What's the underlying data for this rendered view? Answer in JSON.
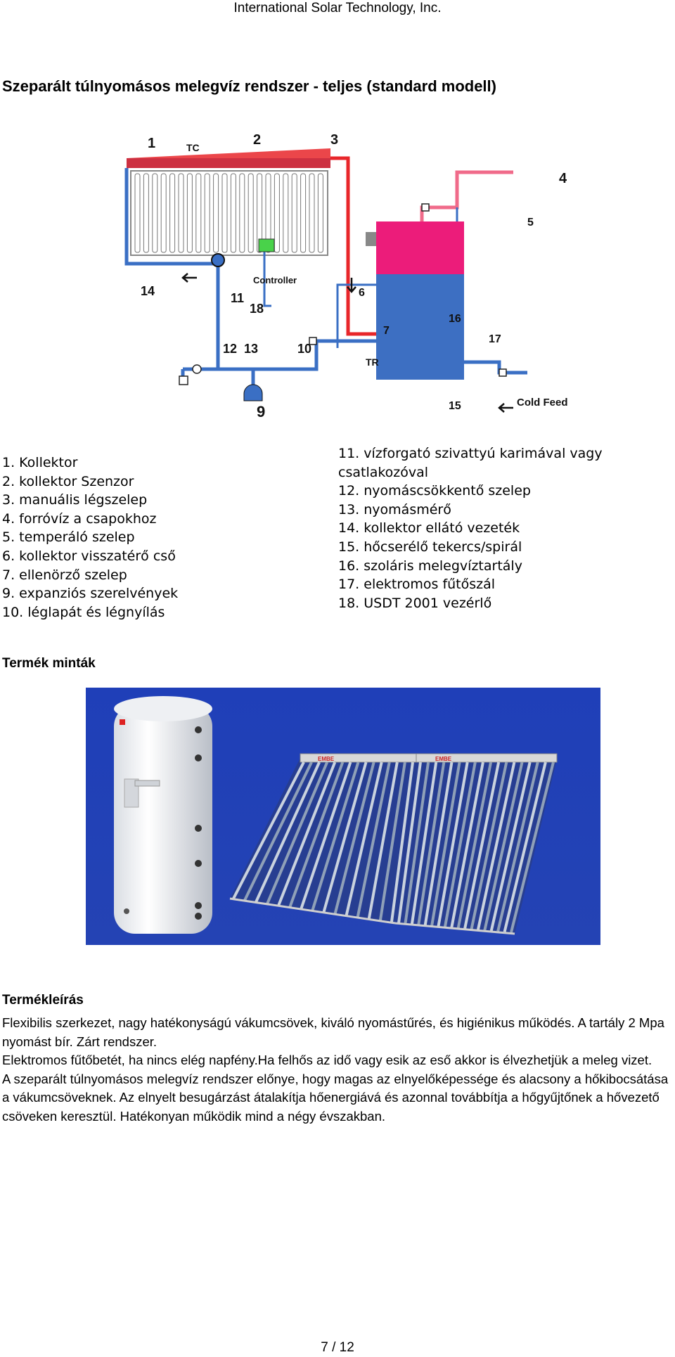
{
  "header": {
    "company": "International Solar Technology, Inc."
  },
  "page": {
    "title": "Szeparált túlnyomásos melegvíz rendszer - teljes (standard modell)"
  },
  "diagram": {
    "labels": {
      "n1": "1",
      "n2": "2",
      "n3": "3",
      "n4": "4",
      "n5": "5",
      "n6": "6",
      "n7": "7",
      "n9": "9",
      "n10": "10",
      "n11": "11",
      "n12": "12",
      "n13": "13",
      "n14": "14",
      "n15": "15",
      "n16": "16",
      "n17": "17",
      "n18": "18",
      "tc": "TC",
      "tr": "TR",
      "controller": "Controller",
      "cold_feed": "Cold Feed"
    },
    "colors": {
      "hot": "#e8262a",
      "cold": "#3a6fc4",
      "tank_top": "#ec1c7a",
      "tank_bottom": "#3d6fc2",
      "warm_pipe": "#f06b8a"
    }
  },
  "legend": {
    "left": [
      "1. Kollektor",
      "2. kollektor Szenzor",
      "3. manuális légszelep",
      "4. forróvíz a csapokhoz",
      "5. temperáló szelep",
      "6. kollektor visszatérő cső",
      "7. ellenörző szelep",
      "9. expanziós szerelvények",
      "10. léglapát és légnyílás"
    ],
    "right": [
      "11. vízforgató szivattyú karimával vagy csatlakozóval",
      "12. nyomáscsökkentő szelep",
      "13. nyomásmérő",
      "14. kollektor ellátó vezeték",
      "15. hőcserélő tekercs/spirál",
      "16. szoláris melegvíztartály",
      "17. elektromos fűtőszál",
      "18. USDT 2001 vezérlő"
    ]
  },
  "sections": {
    "samples_heading": "Termék minták",
    "description_heading": "Termékleírás"
  },
  "photo": {
    "brand_left": "EMBE",
    "brand_right": "EMBE"
  },
  "description": {
    "p1": "Flexibilis szerkezet, nagy hatékonyságú vákumcsövek, kiváló nyomástűrés, és higiénikus működés. A tartály 2 Mpa nyomást bír. Zárt rendszer.",
    "p2": "Elektromos fűtőbetét, ha nincs elég napfény.Ha felhős az idő vagy esik az eső akkor is élvezhetjük a meleg vizet.",
    "p3": "A szeparált túlnyomásos melegvíz rendszer előnye, hogy magas az elnyelőképessége és alacsony a hőkibocsátása a vákumcsöveknek. Az elnyelt besugárzást átalakítja hőenergiává és azonnal továbbítja a hőgyűjtőnek a hővezető csöveken keresztül. Hatékonyan működik mind a négy évszakban."
  },
  "footer": {
    "page_number": "7 / 12"
  }
}
